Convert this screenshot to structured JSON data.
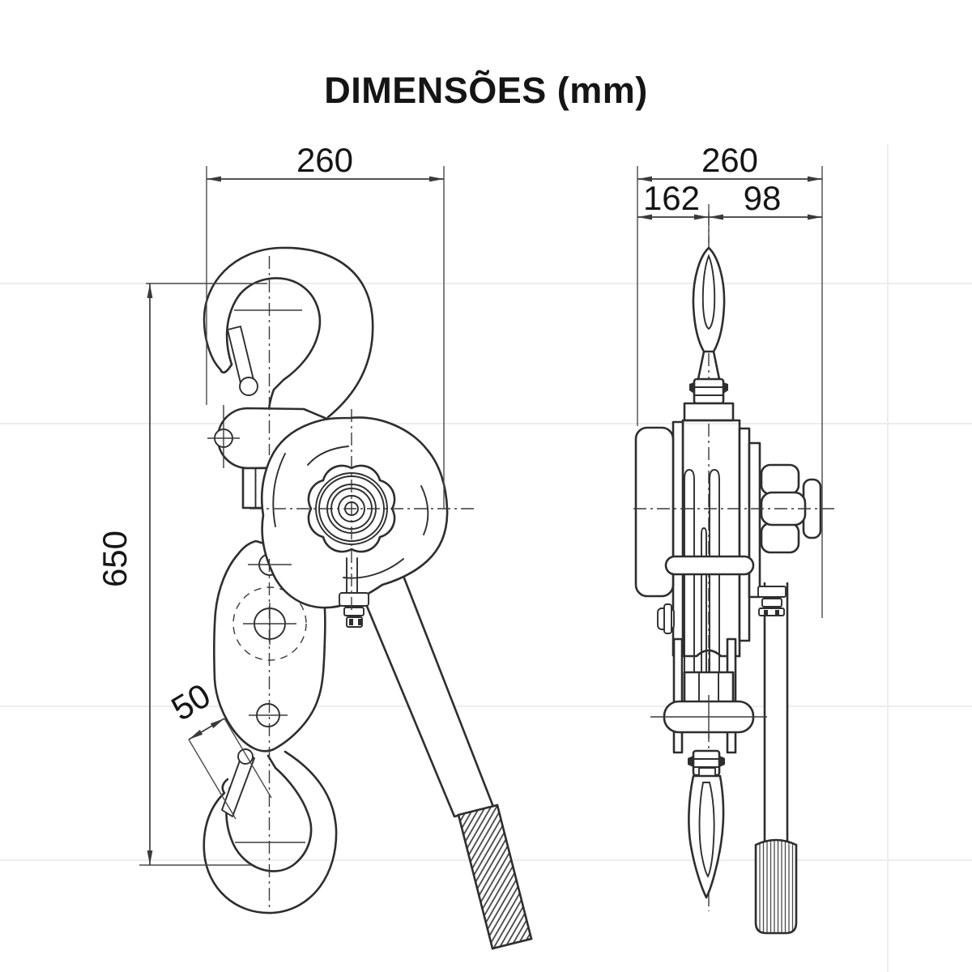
{
  "title": "DIMENSÕES (mm)",
  "views": {
    "front": {
      "dims": {
        "width": "260",
        "height": "650",
        "hook_opening": "50"
      }
    },
    "side": {
      "dims": {
        "total_width": "260",
        "left_section": "162",
        "right_section": "98"
      }
    }
  },
  "colors": {
    "line": "#2e2e2e",
    "dim_line": "#3a3a3a",
    "text": "#151515",
    "faint_grid": "#ededed",
    "background": "#ffffff"
  }
}
